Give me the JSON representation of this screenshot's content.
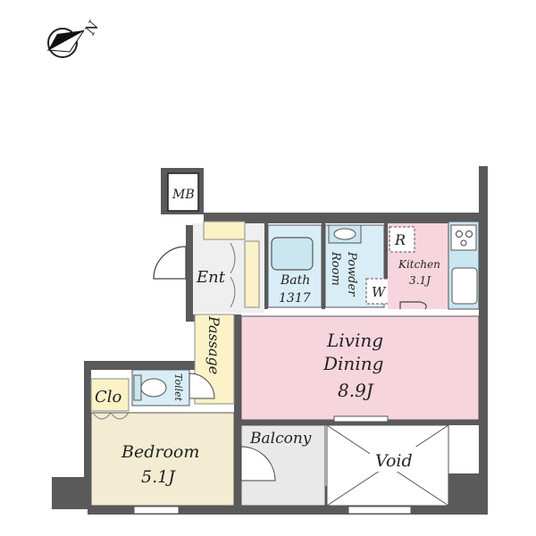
{
  "compass": {
    "label": "N"
  },
  "rooms": {
    "mb": "MB",
    "ent": "Ent",
    "bath": "Bath",
    "bath_size": "1317",
    "powder": "Powder",
    "powder_room": "Room",
    "w": "W",
    "refrigerator": "R",
    "kitchen": "Kitchen",
    "kitchen_size": "3.1J",
    "passage": "Passage",
    "living": "Living",
    "dining": "Dining",
    "living_size": "8.9J",
    "clo": "Clo",
    "toilet": "Toilet",
    "bedroom": "Bedroom",
    "bedroom_size": "5.1J",
    "balcony": "Balcony",
    "void": "Void"
  },
  "colors": {
    "wall": "#5a5a5a",
    "living_pink": "#f7d5df",
    "bedroom_beige": "#f3ecd3",
    "wet_blue": "#d9edf6",
    "fixture_blue": "#c9e6f1",
    "entry_yellow": "#fbf2c8",
    "floor_grey": "#efefef",
    "balcony_grey": "#e9e9e9"
  }
}
